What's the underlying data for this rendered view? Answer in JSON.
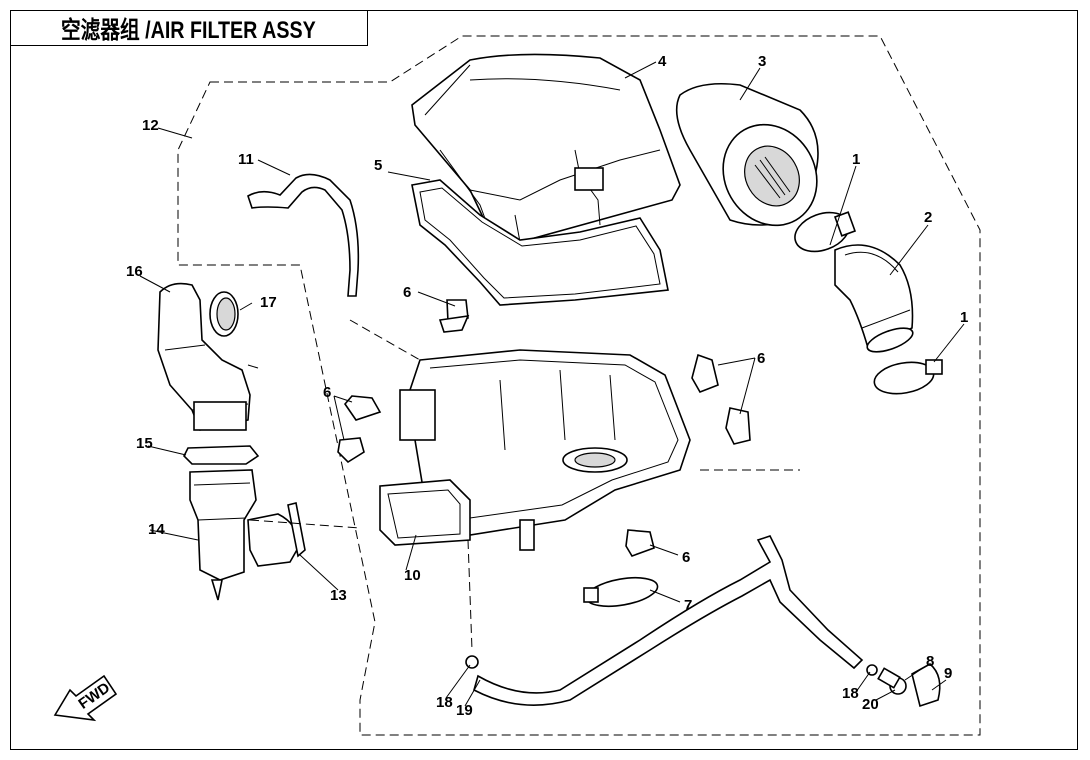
{
  "title": "空滤器组 /AIR FILTER ASSY",
  "fwd_label": "FWD",
  "callouts": {
    "c1a": "1",
    "c1b": "1",
    "c2": "2",
    "c3": "3",
    "c4": "4",
    "c5": "5",
    "c6a": "6",
    "c6b": "6",
    "c6c": "6",
    "c6d": "6",
    "c7": "7",
    "c8": "8",
    "c9": "9",
    "c10": "10",
    "c11": "11",
    "c12": "12",
    "c13": "13",
    "c14": "14",
    "c15": "15",
    "c16": "16",
    "c17": "17",
    "c18a": "18",
    "c18b": "18",
    "c19": "19",
    "c20": "20"
  },
  "colors": {
    "line": "#000000",
    "background": "#ffffff",
    "shade": "#d8d8d8"
  }
}
